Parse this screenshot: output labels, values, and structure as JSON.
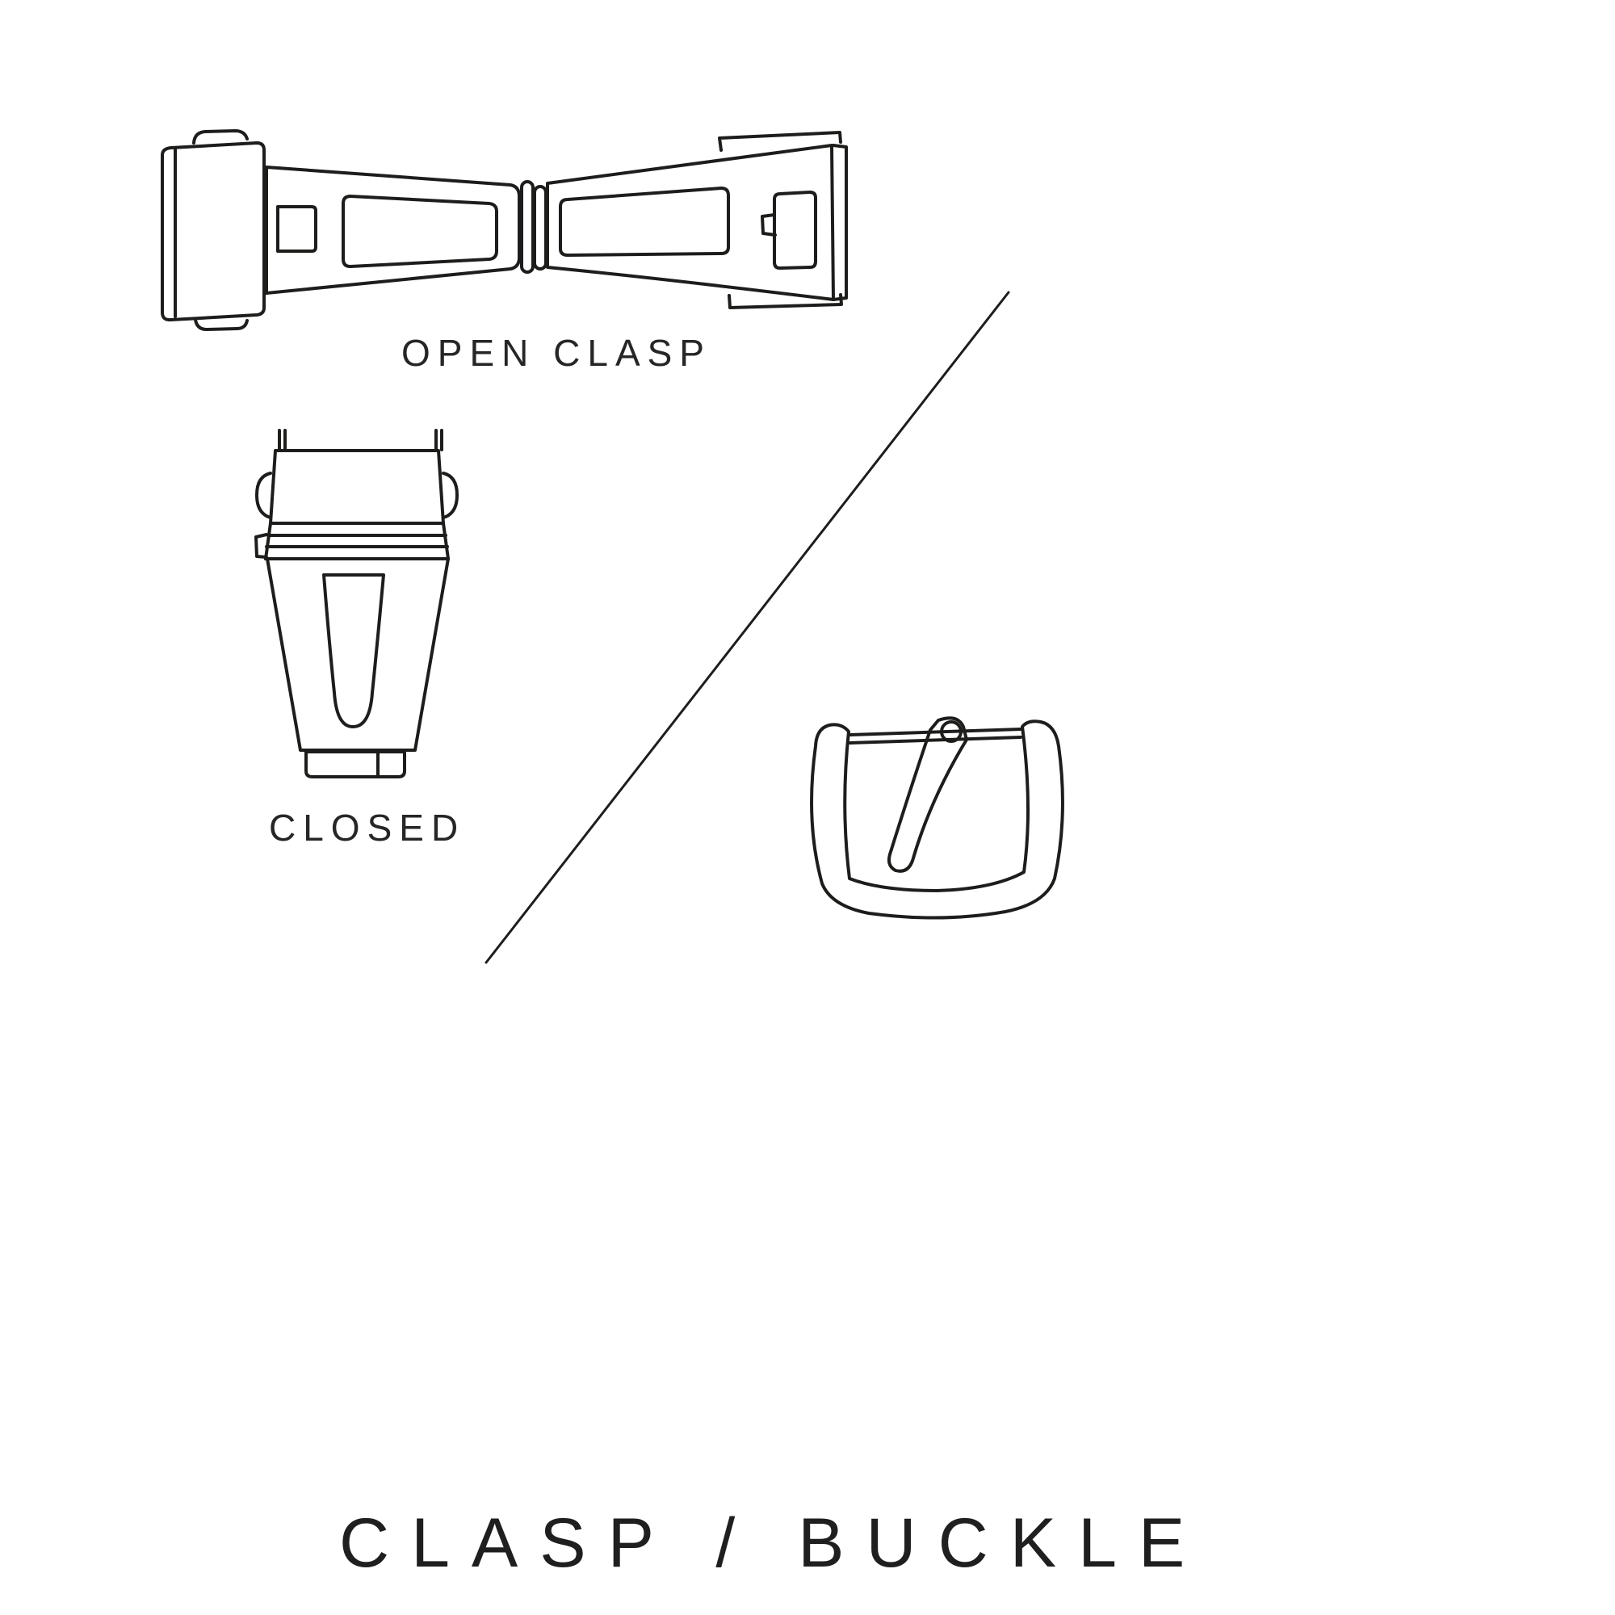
{
  "page": {
    "background": "#ffffff",
    "line_color": "#1d1d1b",
    "text_color": "#262626"
  },
  "labels": {
    "open_clasp": "OPEN CLASP",
    "closed": "CLOSED",
    "title": "CLASP / BUCKLE"
  },
  "illustrations": {
    "open_clasp": "open-clasp-illustration",
    "closed_clasp": "closed-clasp-illustration",
    "pin_buckle": "pin-buckle-illustration",
    "divider": "diagonal-divider-line"
  }
}
